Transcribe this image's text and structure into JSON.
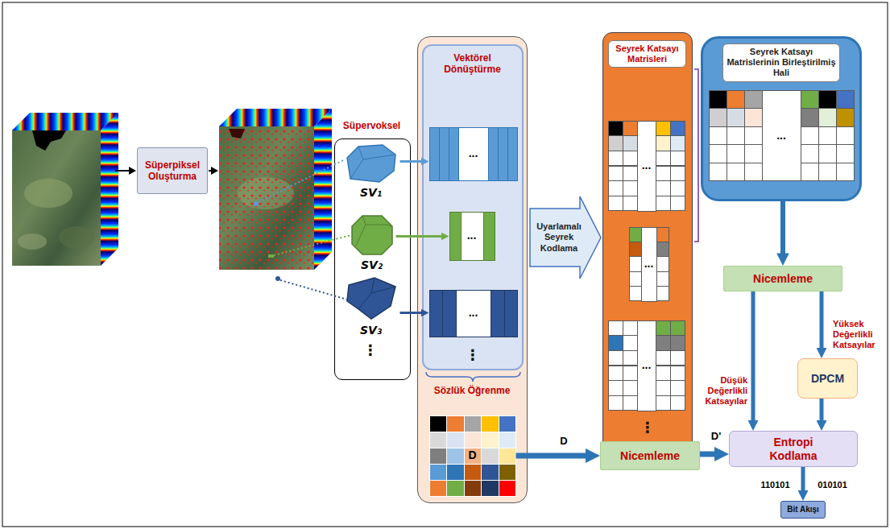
{
  "diagram": {
    "nodes": [
      {
        "text": [
          "Süperpiksel Oluşturma"
        ]
      },
      {
        "text": [
          "Süpervoksel"
        ]
      },
      {
        "text": [
          "SV₁"
        ],
        "in": 1
      },
      {
        "text": [
          "SV₂"
        ],
        "in": 1
      },
      {
        "text": [
          "SV₃"
        ],
        "in": 1
      },
      {
        "text": [
          "Sözlük Öğrenme"
        ]
      },
      {
        "text": [
          "Vektörel Dönüştürme"
        ],
        "in": 5
      },
      {
        "text": [
          "..."
        ],
        "in": 6
      },
      {
        "text": [
          "..."
        ],
        "in": 6
      },
      {
        "text": [
          "..."
        ],
        "in": 6
      },
      {
        "text": [
          "D"
        ],
        "in": 5
      },
      {
        "text": [
          "Uyarlamalı Seyrek Kodlama"
        ]
      },
      {
        "text": [
          "Seyrek Katsayı Matrisleri"
        ]
      },
      {
        "text": [
          "..."
        ],
        "in": 12
      },
      {
        "text": [
          "..."
        ],
        "in": 12
      },
      {
        "text": [
          "..."
        ],
        "in": 12
      },
      {
        "text": [
          "Seyrek Katsayı Matrislerinin Birleştirilmiş Hali"
        ]
      },
      {
        "text": [
          "..."
        ],
        "in": 16
      },
      {
        "text": [
          "Nicemleme"
        ]
      },
      {
        "text": [
          "DPCM"
        ]
      },
      {
        "text": [
          "Nicemleme"
        ]
      },
      {
        "text": [
          "Entropi Kodlama"
        ]
      },
      {
        "text": [
          "Bit Akışı"
        ]
      }
    ],
    "edges": [
      {
        "from": 2,
        "to": 7,
        "arrow": "to"
      },
      {
        "from": 3,
        "to": 8,
        "arrow": "to"
      },
      {
        "from": 4,
        "to": 9,
        "arrow": "to"
      },
      {
        "from": 16,
        "to": 18,
        "arrow": "to"
      },
      {
        "from": 18,
        "to": 21,
        "label": "Düşük Değerlikli Katsayılar",
        "arrow": "to"
      },
      {
        "from": 18,
        "to": 19,
        "label": "Yüksek Değerlikli Katsayılar",
        "arrow": "to"
      },
      {
        "from": 19,
        "to": 21,
        "arrow": "to"
      },
      {
        "from": 10,
        "to": 20,
        "label": "D",
        "arrow": "to"
      },
      {
        "from": 20,
        "to": 21,
        "label": "D'",
        "arrow": "to"
      },
      {
        "from": 21,
        "to": 22,
        "arrow": "to"
      }
    ],
    "labels": [
      "⋮",
      "⋮",
      "⋮",
      "110101",
      "010101"
    ]
  }
}
